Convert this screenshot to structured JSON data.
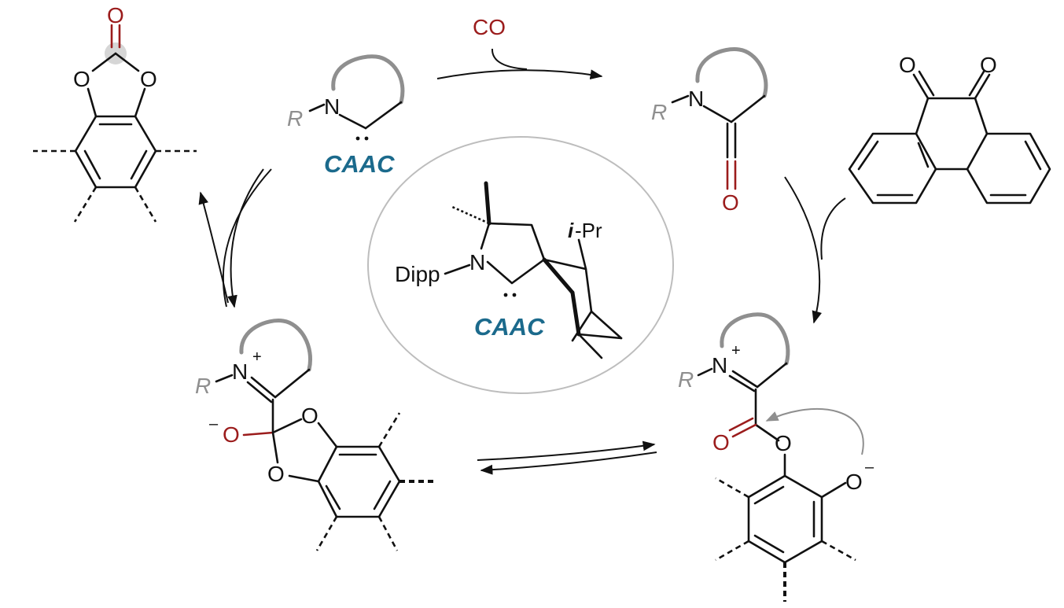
{
  "reagent": {
    "co": "CO"
  },
  "caac_label": "CAAC",
  "substituent": "R",
  "center": {
    "dipp": "Dipp",
    "ipr_prefix": "i",
    "ipr_suffix": "-Pr",
    "label": "CAAC"
  },
  "atoms": {
    "oxygen": "O",
    "nitrogen": "N"
  },
  "charges": {
    "plus": "+",
    "minus": "–"
  },
  "colors": {
    "heteroatom_red": "#9b1c1c",
    "label_blue": "#1b6a8c",
    "substituent_grey": "#8f8f8f",
    "ellipse": "#bdbdbd"
  }
}
